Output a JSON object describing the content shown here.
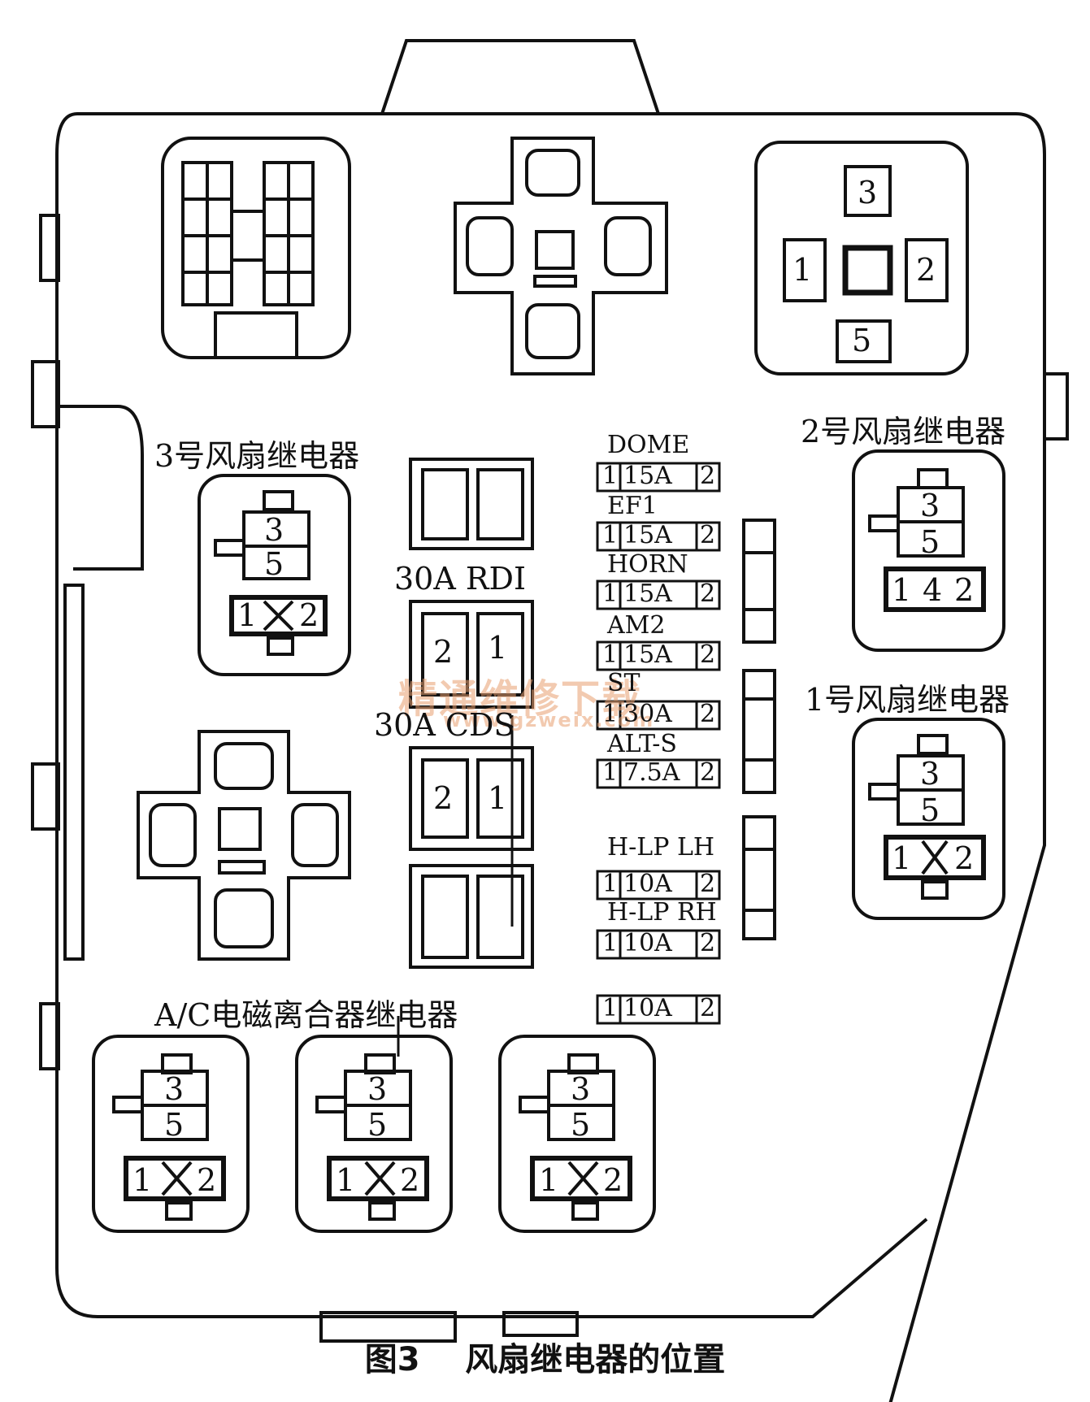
{
  "caption": {
    "figure_no": "图3",
    "title": "风扇继电器的位置"
  },
  "relays": {
    "fan_relay_3": {
      "label": "3号风扇继电器",
      "pins": [
        "3",
        "5",
        "1",
        "2"
      ]
    },
    "fan_relay_2": {
      "label": "2号风扇继电器",
      "pins": [
        "3",
        "5",
        "1",
        "4",
        "2"
      ]
    },
    "fan_relay_1": {
      "label": "1号风扇继电器",
      "pins": [
        "3",
        "5",
        "1",
        "2"
      ]
    },
    "ac_clutch_relay": {
      "label": "A/C电磁离合器继电器",
      "pins": [
        "3",
        "5",
        "1",
        "2"
      ]
    },
    "top_right_relay": {
      "pins": [
        "3",
        "1",
        "2",
        "5"
      ]
    }
  },
  "fusible_links": [
    {
      "name": "30A RDI",
      "pins": [
        "2",
        "1"
      ]
    },
    {
      "name": "30A CDS",
      "pins": [
        "2",
        "1"
      ]
    }
  ],
  "fuses": [
    {
      "name": "DOME",
      "rating": "15A",
      "pin1": "1",
      "pin2": "2"
    },
    {
      "name": "EF1",
      "rating": "15A",
      "pin1": "1",
      "pin2": "2"
    },
    {
      "name": "HORN",
      "rating": "15A",
      "pin1": "1",
      "pin2": "2"
    },
    {
      "name": "AM2",
      "rating": "15A",
      "pin1": "1",
      "pin2": "2"
    },
    {
      "name": "ST",
      "rating": "30A",
      "pin1": "1",
      "pin2": "2"
    },
    {
      "name": "ALT-S",
      "rating": "7.5A",
      "pin1": "1",
      "pin2": "2"
    },
    {
      "name": "H-LP LH",
      "rating": "10A",
      "pin1": "1",
      "pin2": "2"
    },
    {
      "name": "H-LP RH",
      "rating": "10A",
      "pin1": "1",
      "pin2": "2"
    },
    {
      "name": "",
      "rating": "10A",
      "pin1": "1",
      "pin2": "2"
    }
  ],
  "watermark": {
    "line1": "精通维修下载",
    "line2": "www.gzweix.com"
  },
  "colors": {
    "ink": "#111111",
    "paper": "#ffffff",
    "watermark": "#e8a070"
  }
}
